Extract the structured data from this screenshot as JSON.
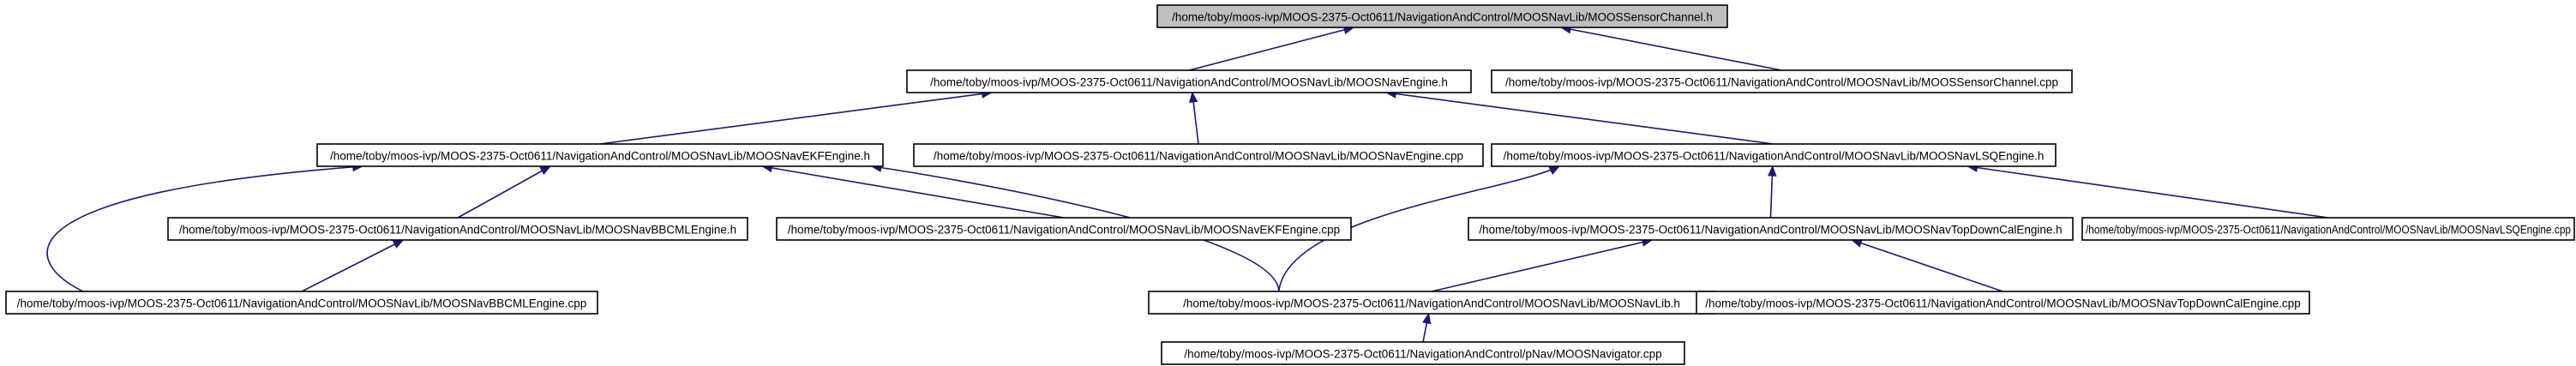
{
  "nodes": [
    {
      "id": "n_sensor_h",
      "label": "/home/toby/moos-ivp/MOOS-2375-Oct0611/NavigationAndControl/MOOSNavLib/MOOSSensorChannel.h",
      "root": true
    },
    {
      "id": "n_engine_h",
      "label": "/home/toby/moos-ivp/MOOS-2375-Oct0611/NavigationAndControl/MOOSNavLib/MOOSNavEngine.h"
    },
    {
      "id": "n_sensor_cpp",
      "label": "/home/toby/moos-ivp/MOOS-2375-Oct0611/NavigationAndControl/MOOSNavLib/MOOSSensorChannel.cpp"
    },
    {
      "id": "n_ekf_h",
      "label": "/home/toby/moos-ivp/MOOS-2375-Oct0611/NavigationAndControl/MOOSNavLib/MOOSNavEKFEngine.h"
    },
    {
      "id": "n_engine_cpp",
      "label": "/home/toby/moos-ivp/MOOS-2375-Oct0611/NavigationAndControl/MOOSNavLib/MOOSNavEngine.cpp"
    },
    {
      "id": "n_lsq_h",
      "label": "/home/toby/moos-ivp/MOOS-2375-Oct0611/NavigationAndControl/MOOSNavLib/MOOSNavLSQEngine.h"
    },
    {
      "id": "n_bbcml_h",
      "label": "/home/toby/moos-ivp/MOOS-2375-Oct0611/NavigationAndControl/MOOSNavLib/MOOSNavBBCMLEngine.h"
    },
    {
      "id": "n_ekf_cpp",
      "label": "/home/toby/moos-ivp/MOOS-2375-Oct0611/NavigationAndControl/MOOSNavLib/MOOSNavEKFEngine.cpp"
    },
    {
      "id": "n_topdown_h",
      "label": "/home/toby/moos-ivp/MOOS-2375-Oct0611/NavigationAndControl/MOOSNavLib/MOOSNavTopDownCalEngine.h"
    },
    {
      "id": "n_lsq_cpp",
      "label": "/home/toby/moos-ivp/MOOS-2375-Oct0611/NavigationAndControl/MOOSNavLib/MOOSNavLSQEngine.cpp"
    },
    {
      "id": "n_bbcml_cpp",
      "label": "/home/toby/moos-ivp/MOOS-2375-Oct0611/NavigationAndControl/MOOSNavLib/MOOSNavBBCMLEngine.cpp"
    },
    {
      "id": "n_navlib_h",
      "label": "/home/toby/moos-ivp/MOOS-2375-Oct0611/NavigationAndControl/MOOSNavLib/MOOSNavLib.h"
    },
    {
      "id": "n_topdown_cpp",
      "label": "/home/toby/moos-ivp/MOOS-2375-Oct0611/NavigationAndControl/MOOSNavLib/MOOSNavTopDownCalEngine.cpp"
    },
    {
      "id": "n_navigator_cpp",
      "label": "/home/toby/moos-ivp/MOOS-2375-Oct0611/NavigationAndControl/pNav/MOOSNavigator.cpp"
    }
  ],
  "edges": [
    {
      "from": "n_engine_h",
      "to": "n_sensor_h"
    },
    {
      "from": "n_sensor_cpp",
      "to": "n_sensor_h"
    },
    {
      "from": "n_ekf_h",
      "to": "n_engine_h"
    },
    {
      "from": "n_engine_cpp",
      "to": "n_engine_h"
    },
    {
      "from": "n_lsq_h",
      "to": "n_engine_h"
    },
    {
      "from": "n_bbcml_h",
      "to": "n_ekf_h"
    },
    {
      "from": "n_ekf_cpp",
      "to": "n_ekf_h"
    },
    {
      "from": "n_bbcml_cpp",
      "to": "n_ekf_h"
    },
    {
      "from": "n_navlib_h",
      "to": "n_ekf_h"
    },
    {
      "from": "n_topdown_h",
      "to": "n_lsq_h"
    },
    {
      "from": "n_lsq_cpp",
      "to": "n_lsq_h"
    },
    {
      "from": "n_navlib_h",
      "to": "n_lsq_h"
    },
    {
      "from": "n_bbcml_cpp",
      "to": "n_bbcml_h"
    },
    {
      "from": "n_navlib_h",
      "to": "n_topdown_h"
    },
    {
      "from": "n_topdown_cpp",
      "to": "n_topdown_h"
    },
    {
      "from": "n_navigator_cpp",
      "to": "n_navlib_h"
    }
  ],
  "colors": {
    "edge": "#191970",
    "root_fill": "#bfbfbf",
    "node_fill": "#ffffff",
    "node_border": "#000000"
  }
}
